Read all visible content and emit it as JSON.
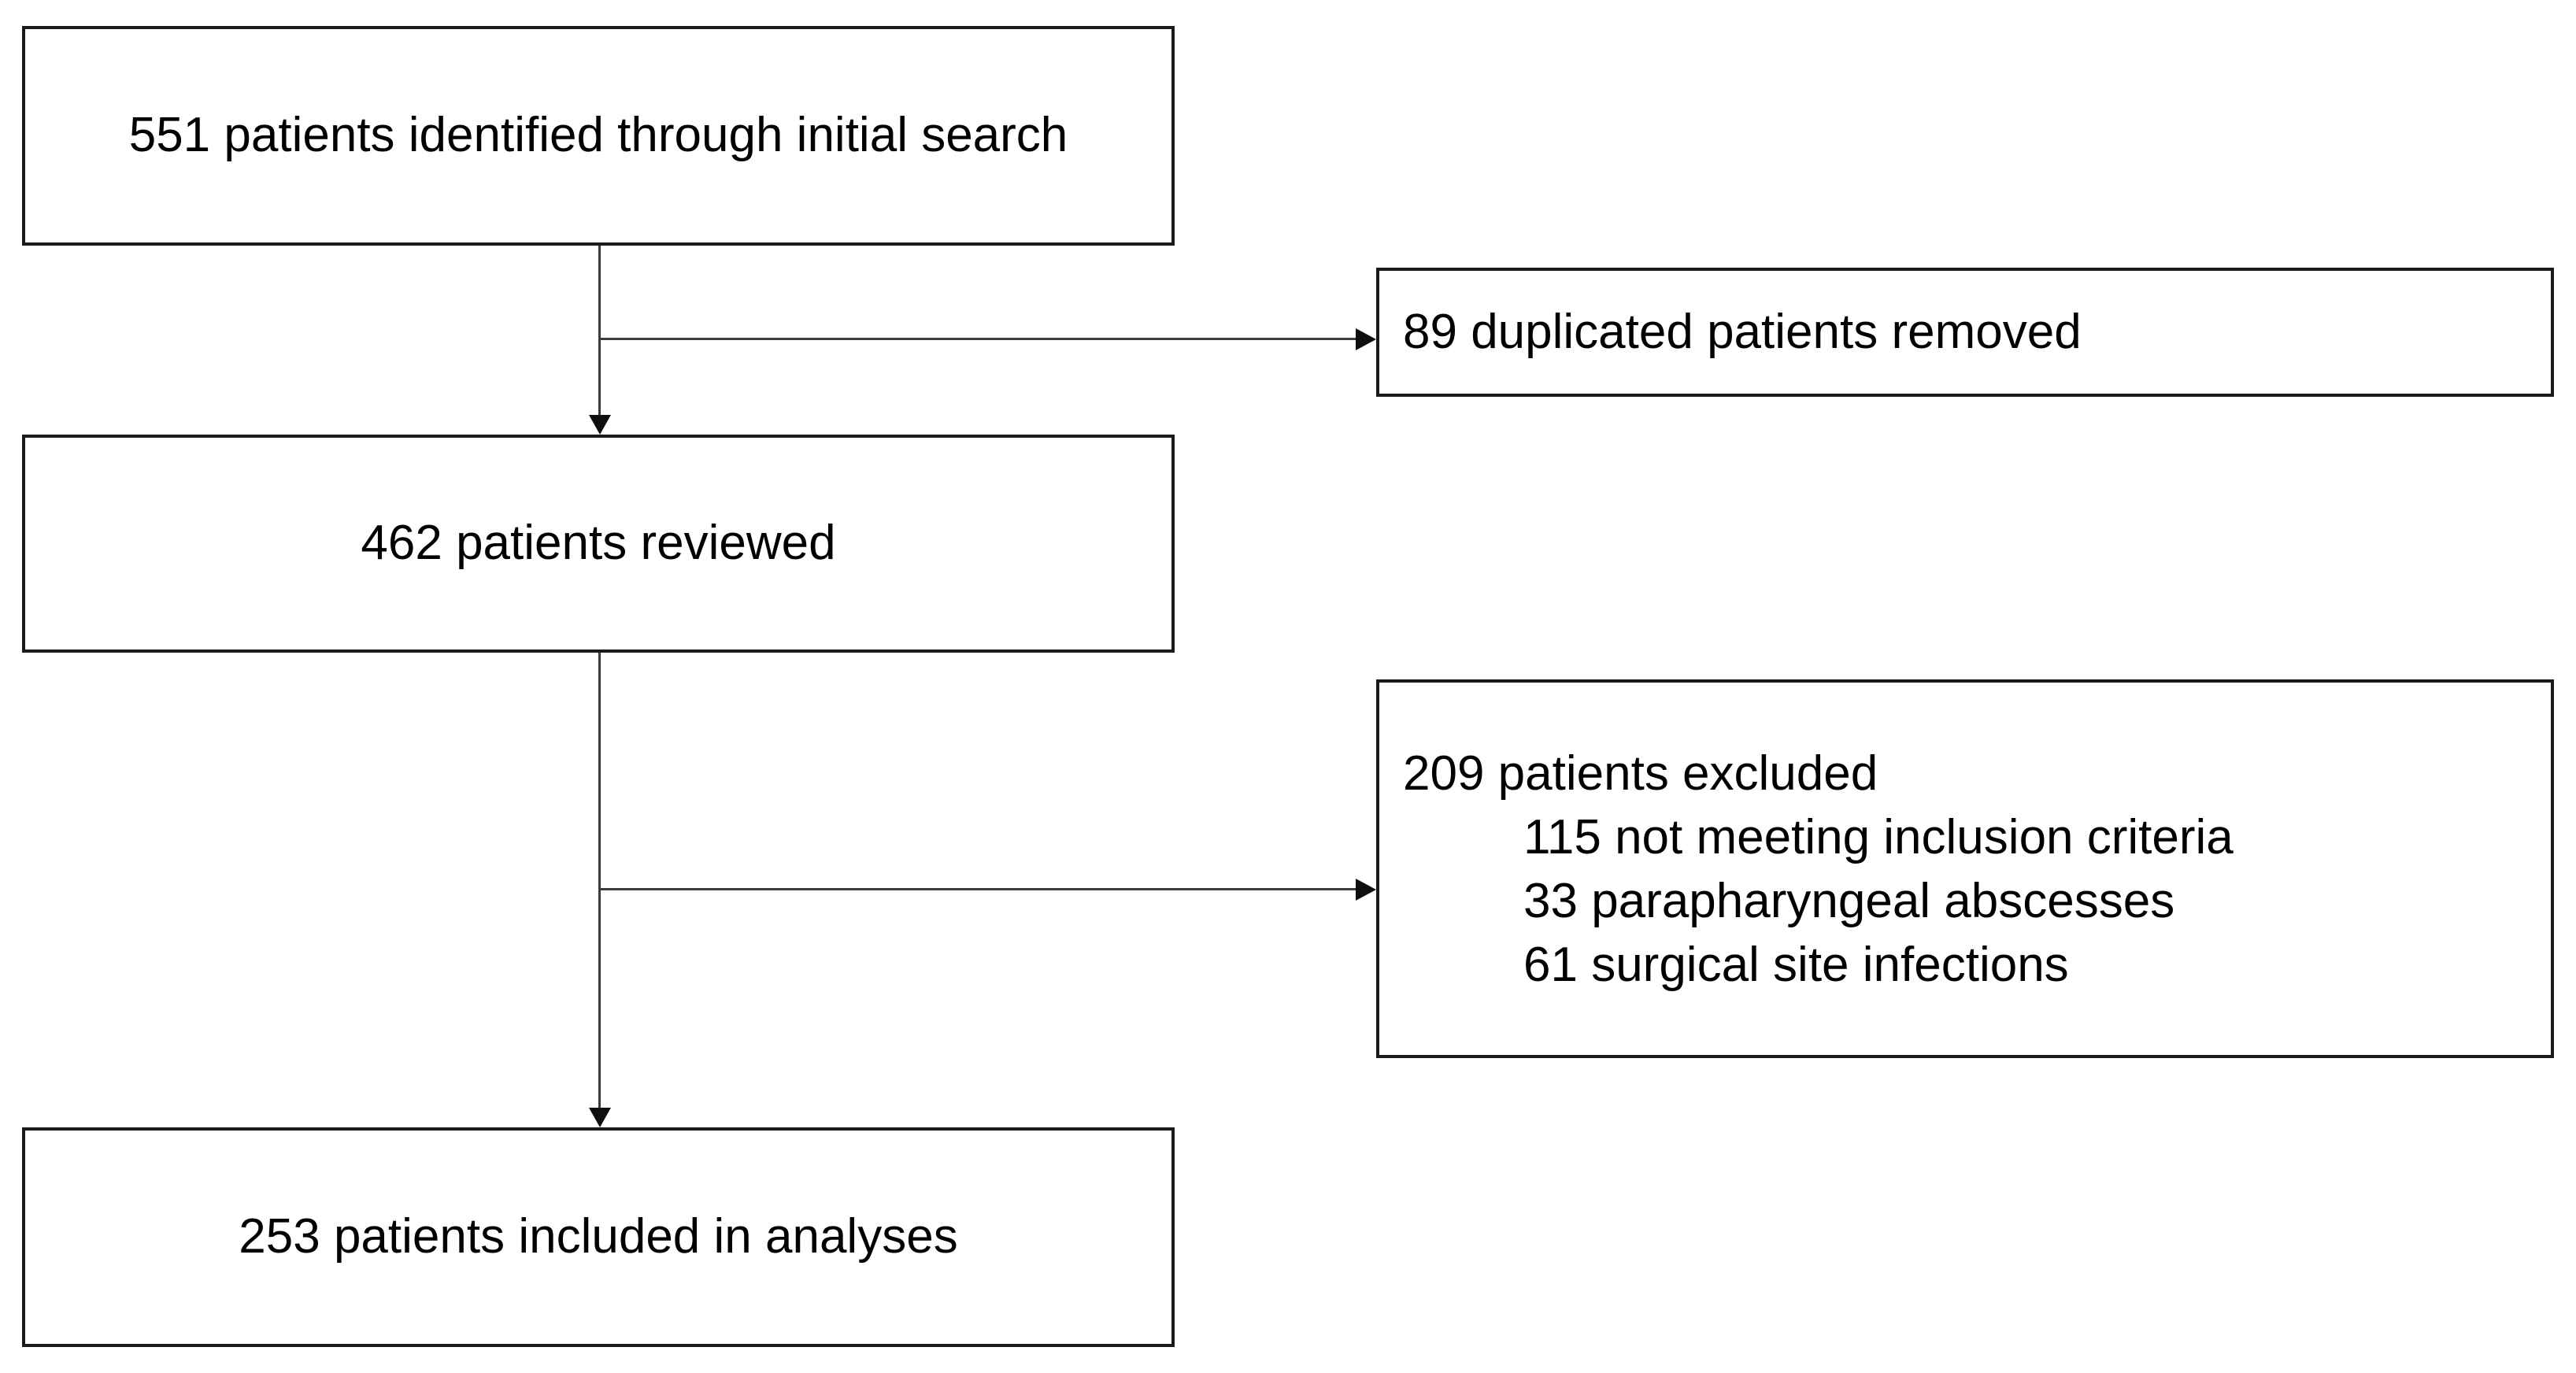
{
  "diagram": {
    "type": "patient-flow-chart",
    "colors": {
      "background": "#ffffff",
      "box_border": "#1a1a1a",
      "connector_line": "#3c3c3c",
      "arrowhead": "#0f0f0f",
      "text": "#000000"
    },
    "nodes": {
      "identified": {
        "label": "551 patients identified through initial search"
      },
      "removed": {
        "label": "89 duplicated patients removed"
      },
      "reviewed": {
        "label": "462 patients reviewed"
      },
      "excluded": {
        "title": "209 patients excluded",
        "items": [
          "115 not meeting inclusion criteria",
          "33 parapharyngeal abscesses",
          "61 surgical site infections"
        ]
      },
      "included": {
        "label": "253 patients included in analyses"
      }
    }
  }
}
